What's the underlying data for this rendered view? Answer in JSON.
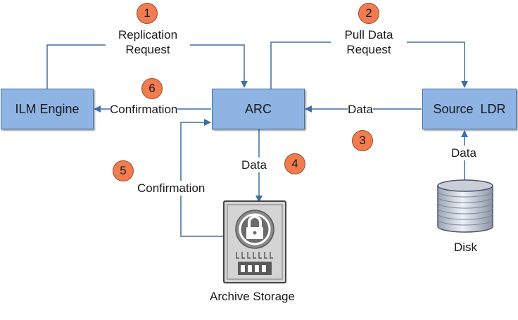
{
  "nodes": {
    "ilm_engine": "ILM Engine",
    "arc": "ARC",
    "source_ldr": "Source  LDR"
  },
  "edges": {
    "replication_request": [
      "Replication",
      "Request"
    ],
    "pull_data_request": [
      "Pull Data",
      "Request"
    ],
    "confirmation_to_ilm": "Confirmation",
    "data_to_arc": "Data",
    "data_to_archive": "Data",
    "confirmation_from_archive": "Confirmation",
    "data_from_disk": "Data"
  },
  "steps": [
    "1",
    "2",
    "3",
    "4",
    "5",
    "6"
  ],
  "captions": {
    "archive_storage": "Archive Storage",
    "disk": "Disk"
  },
  "icons": {
    "archive": "archive-storage-lock-icon",
    "disk": "disk-cylinder-icon"
  },
  "colors": {
    "node_fill": "#8eb4e3",
    "connector": "#3f6ea6",
    "step_badge": "#f07c50"
  }
}
